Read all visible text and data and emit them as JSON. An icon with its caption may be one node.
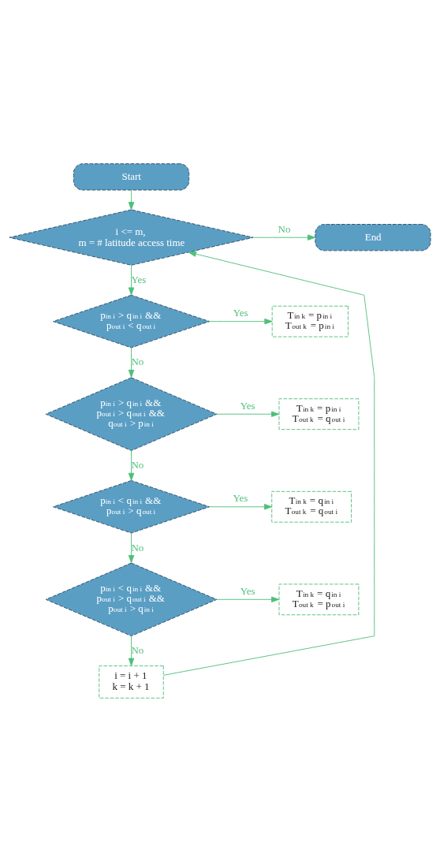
{
  "diagram": {
    "nodes": [
      {
        "text": [
          "Start"
        ]
      },
      {
        "text": [
          "i <= m, m = # latitude access time"
        ]
      },
      {
        "text": [
          "End"
        ]
      },
      {
        "text": [
          "p$_{in i}$ > q$_{in i}$ && p$_{out i}$ < q$_{out i}$"
        ]
      },
      {
        "text": [
          "T$_{in k}$ = p$_{in i}$",
          "T$_{out k}$ = p$_{in i}$"
        ]
      },
      {
        "text": [
          "p$_{in i}$ > q$_{in i}$ && p$_{out i}$ > q$_{out i}$ && q$_{out i}$ > p$_{in i}$"
        ]
      },
      {
        "text": [
          "T$_{in k}$ = p$_{in i}$",
          "T$_{out k}$ = q$_{out i}$"
        ]
      },
      {
        "text": [
          "p$_{in i}$ < q$_{in i}$ && p$_{out i}$ > q$_{out i}$"
        ]
      },
      {
        "text": [
          "T$_{in k}$ = q$_{in i}$",
          "T$_{out k}$ = q$_{out i}$"
        ]
      },
      {
        "text": [
          "p$_{in i}$ < q$_{in i}$ && p$_{out i}$ > q$_{out i}$ && p$_{out i}$ > q$_{in i}$"
        ]
      },
      {
        "text": [
          "T$_{in k}$ = q$_{in i}$",
          "T$_{out k}$ = p$_{out i}$"
        ]
      },
      {
        "text": [
          "i = i + 1",
          "k = k + 1"
        ]
      }
    ],
    "edges": [
      {
        "from": 0,
        "to": 1,
        "arrow": "to"
      },
      {
        "from": 1,
        "to": 2,
        "arrow": "to",
        "label": "No"
      },
      {
        "from": 1,
        "to": 3,
        "arrow": "to",
        "label": "Yes"
      },
      {
        "from": 3,
        "to": 4,
        "arrow": "to",
        "label": "Yes"
      },
      {
        "from": 3,
        "to": 5,
        "arrow": "to",
        "label": "No"
      },
      {
        "from": 5,
        "to": 6,
        "arrow": "to",
        "label": "Yes"
      },
      {
        "from": 5,
        "to": 7,
        "arrow": "to",
        "label": "No"
      },
      {
        "from": 7,
        "to": 8,
        "arrow": "to",
        "label": "Yes"
      },
      {
        "from": 7,
        "to": 9,
        "arrow": "to",
        "label": "No"
      },
      {
        "from": 9,
        "to": 10,
        "arrow": "to",
        "label": "Yes"
      },
      {
        "from": 9,
        "to": 11,
        "arrow": "to",
        "label": "No"
      },
      {
        "from": 11,
        "to": 1,
        "arrow": "to"
      }
    ]
  }
}
